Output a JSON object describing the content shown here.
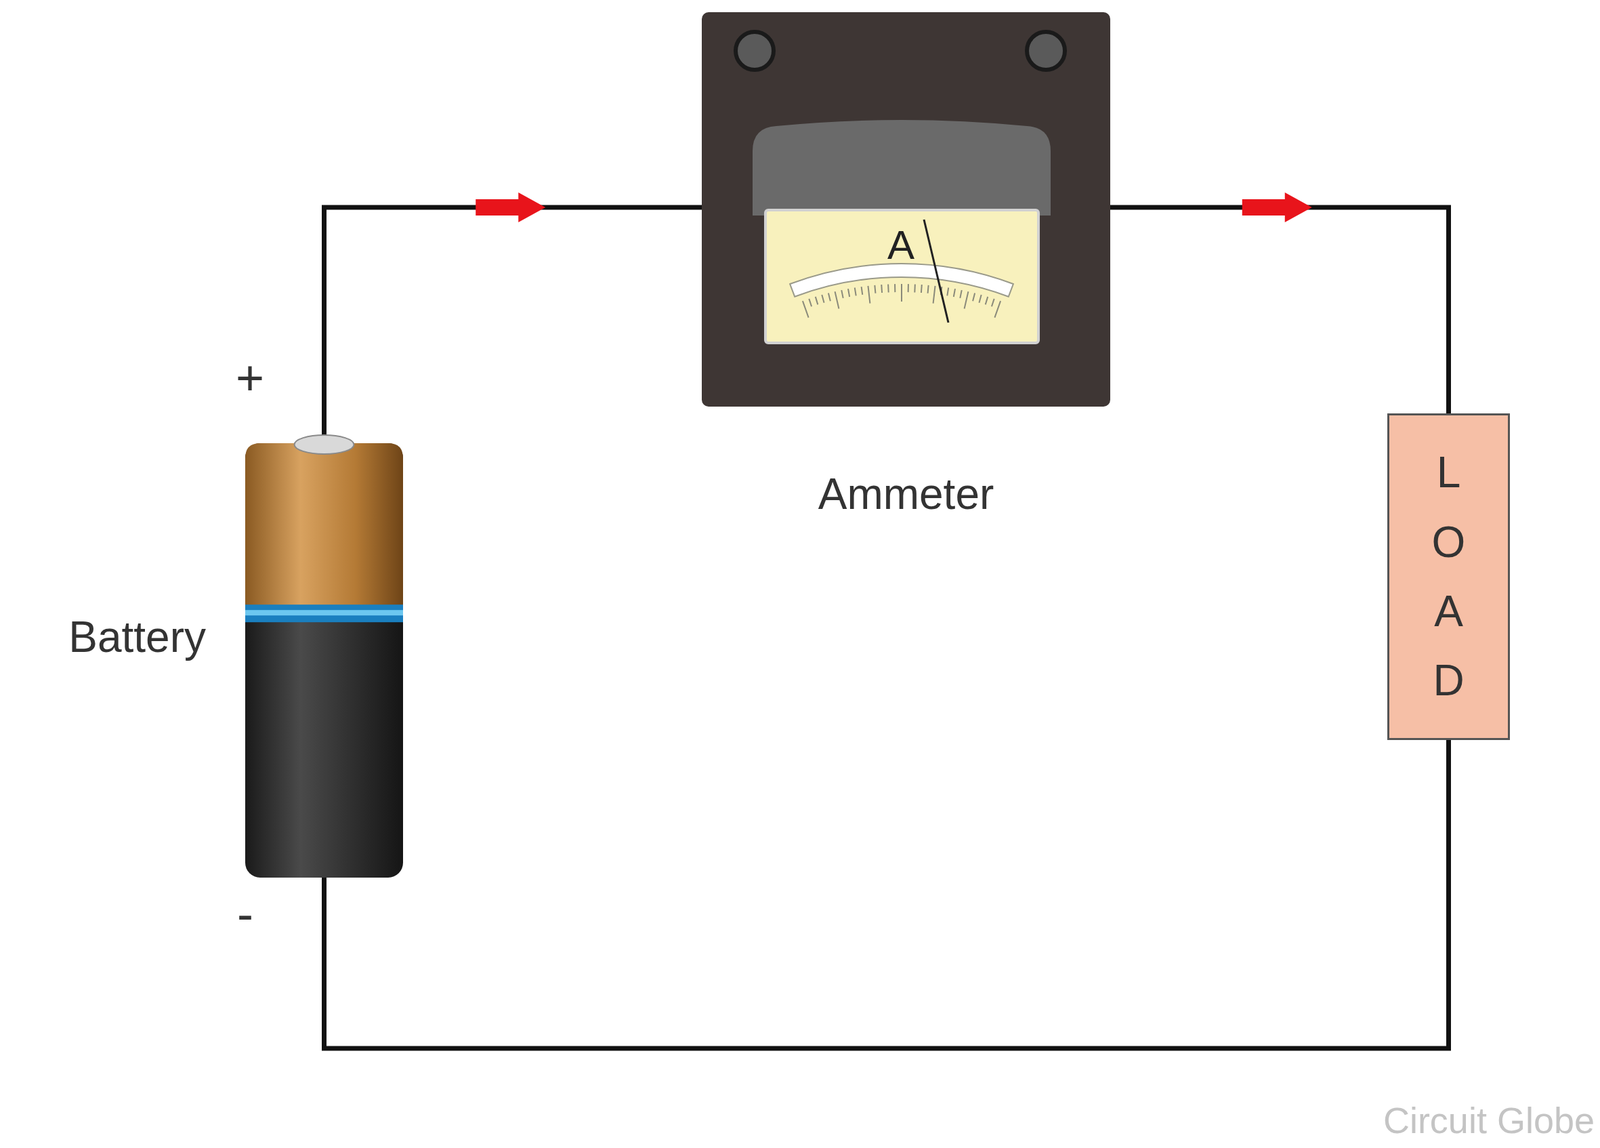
{
  "diagram": {
    "nodes": [
      {
        "text": [
          "Battery"
        ]
      },
      {
        "text": [
          "A",
          "Ammeter"
        ]
      },
      {
        "text": [
          "LOAD"
        ]
      }
    ],
    "edges": [
      {
        "from": 0,
        "to": 1,
        "arrow": "to"
      },
      {
        "from": 1,
        "to": 2,
        "arrow": "to"
      },
      {
        "from": 2,
        "to": 0,
        "arrow": "none"
      }
    ],
    "labels": [
      "+",
      "-",
      "Circuit Globe"
    ]
  }
}
